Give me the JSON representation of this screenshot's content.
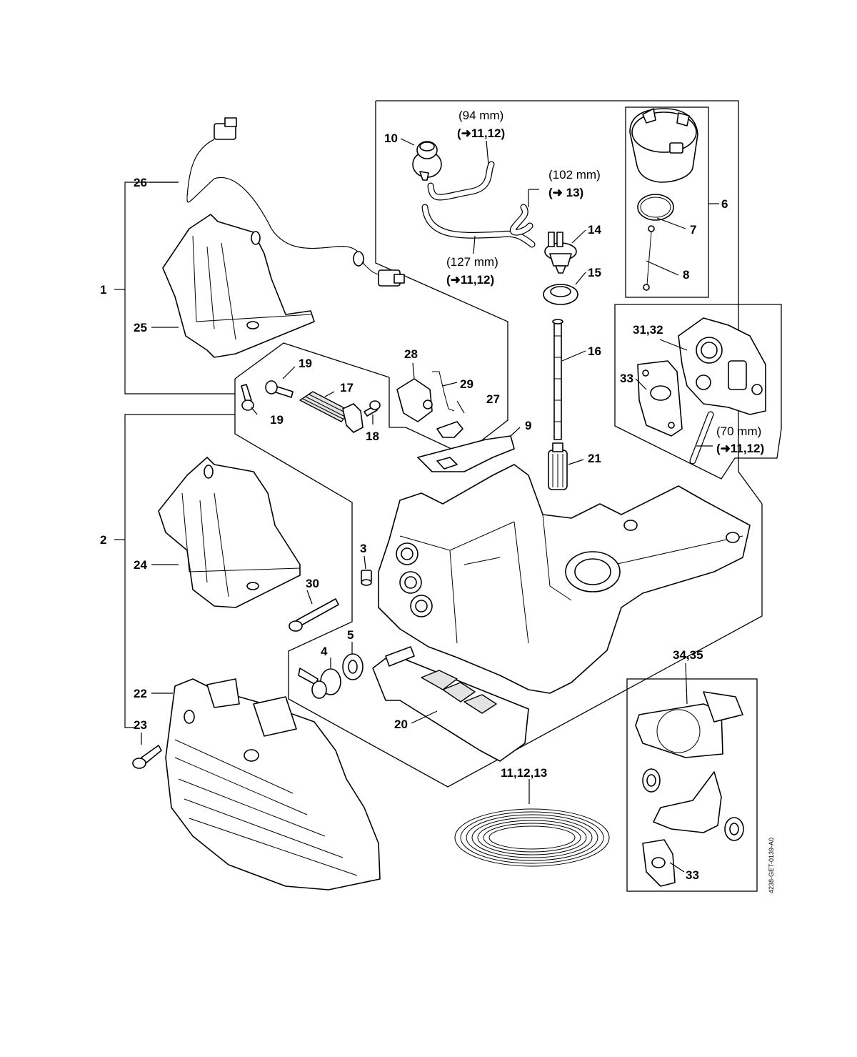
{
  "labels": {
    "l1": "1",
    "l2": "2",
    "l3": "3",
    "l4": "4",
    "l5": "5",
    "l6": "6",
    "l7": "7",
    "l8": "8",
    "l9": "9",
    "l10": "10",
    "l14": "14",
    "l15": "15",
    "l16": "16",
    "l17": "17",
    "l18": "18",
    "l19a": "19",
    "l19b": "19",
    "l20": "20",
    "l21": "21",
    "l22": "22",
    "l23": "23",
    "l24": "24",
    "l25": "25",
    "l26": "26",
    "l27": "27",
    "l28": "28",
    "l29": "29",
    "l30": "30",
    "l3132": "31,32",
    "l33a": "33",
    "l33b": "33",
    "l3435": "34,35",
    "l111213": "11,12,13"
  },
  "dimensions": {
    "d94": "(94 mm)",
    "d94ref": "(➜11,12)",
    "d102": "(102 mm)",
    "d102ref": "(➜ 13)",
    "d127": "(127 mm)",
    "d127ref": "(➜11,12)",
    "d70": "(70 mm)",
    "d70ref": "(➜11,12)"
  },
  "doc_id": "4238-GET-0139-A0"
}
